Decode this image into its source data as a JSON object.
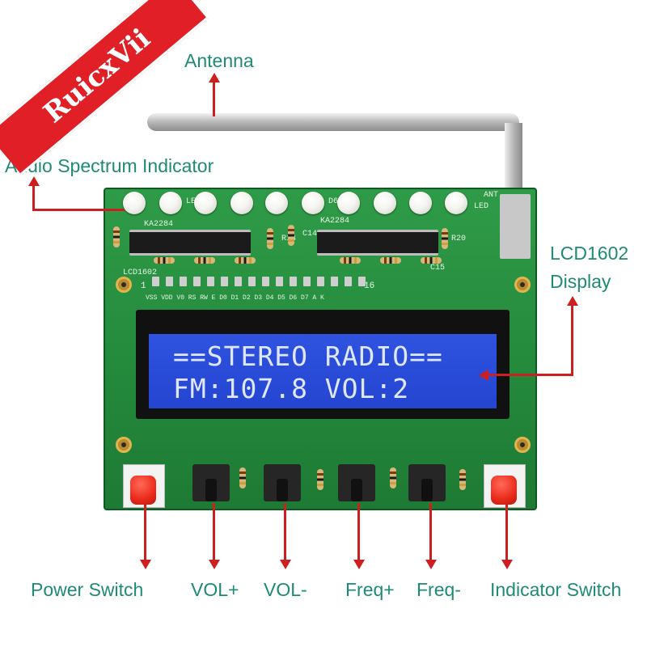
{
  "watermark": {
    "text": "RuicxVii"
  },
  "callouts": {
    "antenna": "Antenna",
    "spectrum": "Audio Spectrum Indicator",
    "lcd_line1": "LCD1602",
    "lcd_line2": "Display",
    "power_switch": "Power Switch",
    "vol_plus": "VOL+",
    "vol_minus": "VOL-",
    "freq_plus": "Freq+",
    "freq_minus": "Freq-",
    "indicator_switch": "Indicator Switch"
  },
  "lcd": {
    "line1": "==STEREO RADIO==",
    "line2": "FM:107.8 VOL:2"
  },
  "silkscreen": {
    "ic_left": "KA2284",
    "ic_right": "KA2284",
    "lcd_label": "LCD1602",
    "pin_start": "1",
    "pin_end": "16",
    "pin_names": "VSS VDD V0 RS RW E  D0 D1 D2 D3 D4 D5 D6 D7 A  K",
    "ant": "ANT",
    "r14": "R14",
    "c14": "C14",
    "r20": "R20",
    "c15": "C15",
    "d6": "D6",
    "led": "LED"
  },
  "colors": {
    "callout_text": "#1f8a78",
    "arrow": "#cc1f1f",
    "pcb": "#2a9542",
    "lcd_backlight": "#2a4be0",
    "lcd_text": "#dfe6ff"
  }
}
